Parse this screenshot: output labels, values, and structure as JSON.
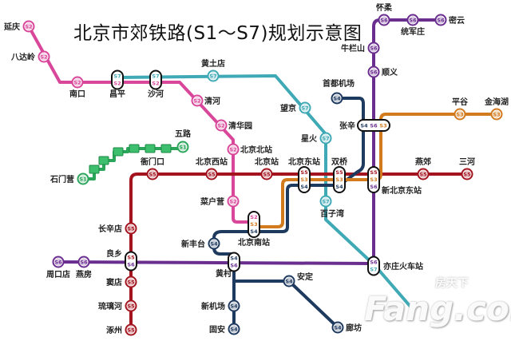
{
  "title": "北京市郊铁路(S1～S7)规划示意图",
  "lines": {
    "S1": {
      "label": "S1",
      "color": "#2aa55a"
    },
    "S2": {
      "label": "S2",
      "color": "#d9479a"
    },
    "S3": {
      "label": "S3",
      "color": "#d27a1e"
    },
    "S4": {
      "label": "S4",
      "color": "#1f3a5f"
    },
    "S5": {
      "label": "S5",
      "color": "#a3141f"
    },
    "S6": {
      "label": "S6",
      "color": "#6a2e8f"
    },
    "S7": {
      "label": "S7",
      "color": "#3fa9b5"
    }
  },
  "stations": [
    {
      "name": "延庆",
      "lines": [
        "S2"
      ]
    },
    {
      "name": "八达岭",
      "lines": [
        "S2"
      ]
    },
    {
      "name": "南口",
      "lines": [
        "S2"
      ]
    },
    {
      "name": "昌平",
      "lines": [
        "S7",
        "S2"
      ]
    },
    {
      "name": "沙河",
      "lines": [
        "S7",
        "S2"
      ]
    },
    {
      "name": "黄土店",
      "lines": [
        "S7"
      ]
    },
    {
      "name": "清河",
      "lines": [
        "S2"
      ]
    },
    {
      "name": "清华园",
      "lines": [
        "S2"
      ]
    },
    {
      "name": "北京北站",
      "lines": [
        "S2"
      ]
    },
    {
      "name": "五路",
      "lines": [
        "S1"
      ]
    },
    {
      "name": "石门营",
      "lines": [
        "S1"
      ]
    },
    {
      "name": "衙门口",
      "lines": [
        "S5"
      ]
    },
    {
      "name": "北京西站",
      "lines": [
        "S5"
      ]
    },
    {
      "name": "北京站",
      "lines": [
        "S5"
      ]
    },
    {
      "name": "北京东站",
      "lines": [
        "S5",
        "S3",
        "S4"
      ]
    },
    {
      "name": "双桥",
      "lines": [
        "S5",
        "S3",
        "S4"
      ]
    },
    {
      "name": "新北京东站",
      "lines": [
        "S5",
        "S3",
        "S6"
      ]
    },
    {
      "name": "燕郊",
      "lines": [
        "S5"
      ]
    },
    {
      "name": "三河",
      "lines": [
        "S5"
      ]
    },
    {
      "name": "菜户营",
      "lines": [
        "S2"
      ]
    },
    {
      "name": "北京南站",
      "lines": [
        "S2",
        "S3",
        "S4"
      ]
    },
    {
      "name": "新丰台",
      "lines": [
        "S4"
      ]
    },
    {
      "name": "长辛店",
      "lines": [
        "S5"
      ]
    },
    {
      "name": "良乡",
      "lines": [
        "S5",
        "S6"
      ]
    },
    {
      "name": "周口店",
      "lines": [
        "S6"
      ]
    },
    {
      "name": "燕房",
      "lines": [
        "S6"
      ]
    },
    {
      "name": "窦店",
      "lines": [
        "S5"
      ]
    },
    {
      "name": "琉璃河",
      "lines": [
        "S5"
      ]
    },
    {
      "name": "涿州",
      "lines": [
        "S5"
      ]
    },
    {
      "name": "黄村",
      "lines": [
        "S4",
        "S6"
      ]
    },
    {
      "name": "新机场",
      "lines": [
        "S4"
      ]
    },
    {
      "name": "固安",
      "lines": [
        "S4"
      ]
    },
    {
      "name": "安定",
      "lines": [
        "S4"
      ]
    },
    {
      "name": "廊坊",
      "lines": [
        "S4"
      ]
    },
    {
      "name": "亦庄火车站",
      "lines": [
        "S6",
        "S7"
      ]
    },
    {
      "name": "百子湾",
      "lines": [
        "S7"
      ]
    },
    {
      "name": "星火",
      "lines": [
        "S7"
      ]
    },
    {
      "name": "望京",
      "lines": [
        "S7"
      ]
    },
    {
      "name": "首都机场",
      "lines": [
        "S4"
      ]
    },
    {
      "name": "张辛",
      "lines": [
        "S4",
        "S6",
        "S3"
      ]
    },
    {
      "name": "顺义",
      "lines": [
        "S6"
      ]
    },
    {
      "name": "牛栏山",
      "lines": [
        "S6"
      ]
    },
    {
      "name": "怀柔",
      "lines": [
        "S6"
      ]
    },
    {
      "name": "统军庄",
      "lines": [
        "S6"
      ]
    },
    {
      "name": "密云",
      "lines": [
        "S6"
      ]
    },
    {
      "name": "平谷",
      "lines": [
        "S3"
      ]
    },
    {
      "name": "金海湖",
      "lines": [
        "S3"
      ]
    }
  ],
  "watermark": {
    "logo_text": "Fang.com",
    "logo_cn": "房天下"
  }
}
